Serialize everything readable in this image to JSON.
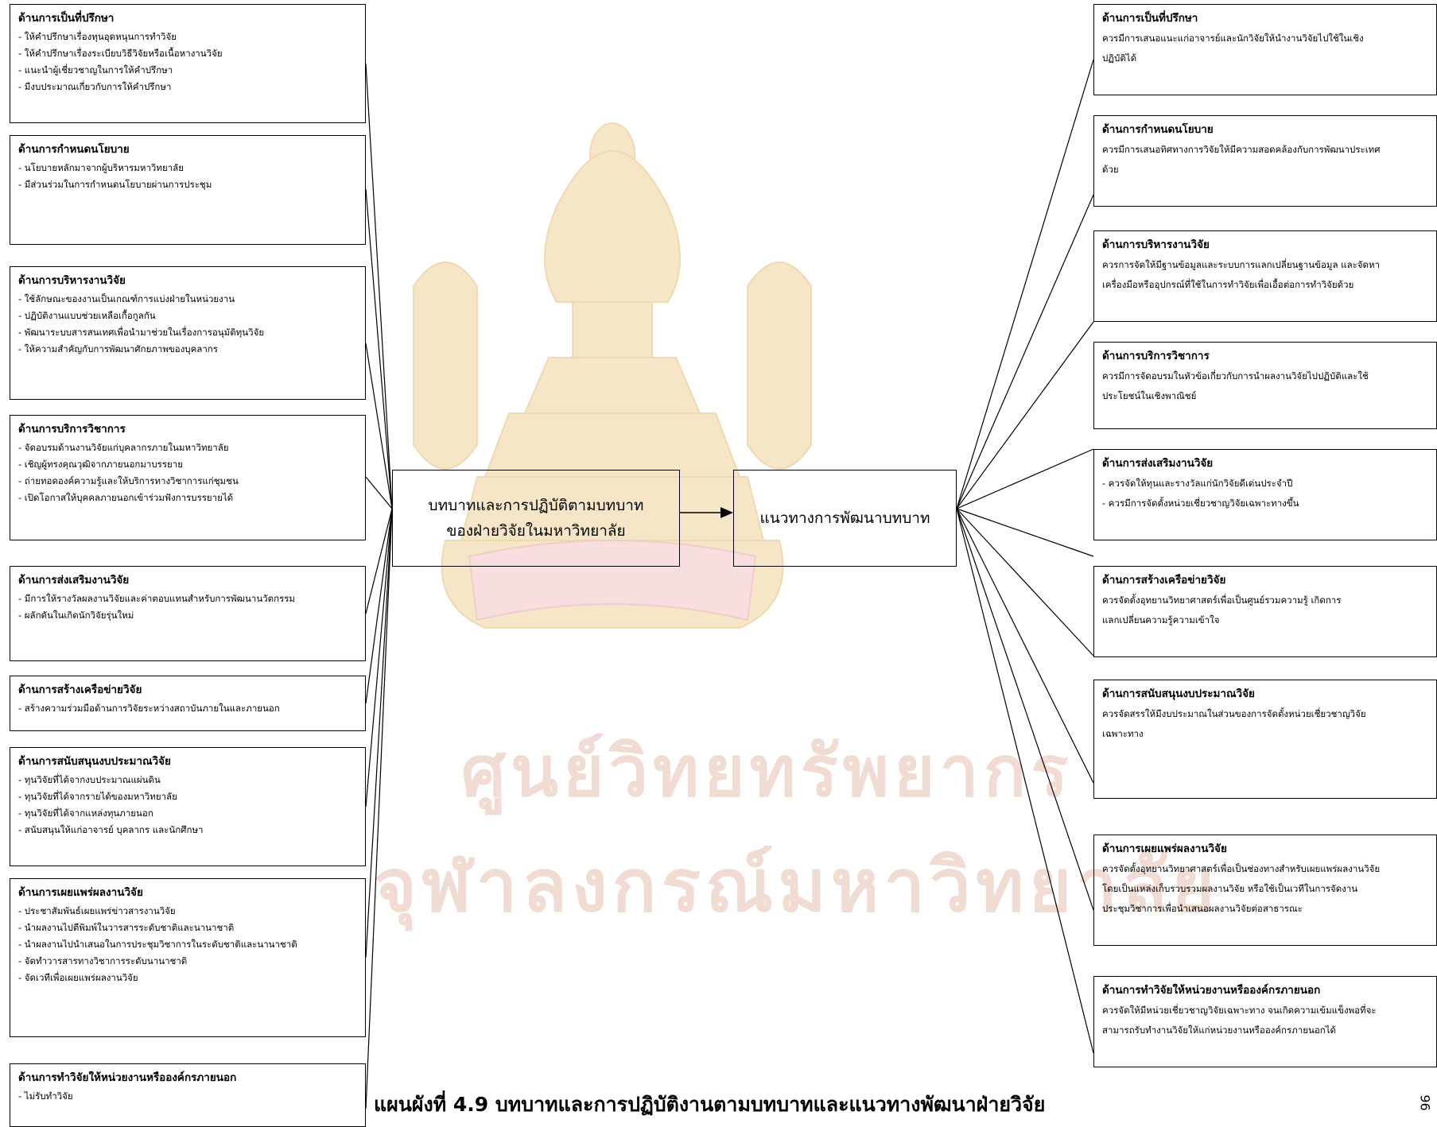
{
  "watermark": {
    "line1": "ศูนย์วิทยทรัพยากร",
    "line2": "จุฬาลงกรณ์มหาวิทยาลัย",
    "emblem_icon": "chulalongkorn-emblem-icon"
  },
  "center": {
    "left_box": [
      "บทบาทและการปฏิบัติตามบทบาท",
      "ของฝ่ายวิจัยในมหาวิทยาลัย"
    ],
    "right_box": "แนวทางการพัฒนาบทบาท"
  },
  "left_boxes": [
    {
      "title": "ด้านการเป็นที่ปรึกษา",
      "items": [
        "- ให้คำปรึกษาเรื่องทุนอุดหนุนการทำวิจัย",
        "- ให้คำปรึกษาเรื่องระเบียบวิธีวิจัยหรือเนื้อหางานวิจัย",
        "- แนะนำผู้เชี่ยวชาญในการให้คำปรึกษา",
        "- มีงบประมาณเกี่ยวกับการให้คำปรึกษา"
      ]
    },
    {
      "title": "ด้านการกำหนดนโยบาย",
      "items": [
        "- นโยบายหลักมาจากผู้บริหารมหาวิทยาลัย",
        "- มีส่วนร่วมในการกำหนดนโยบายผ่านการประชุม"
      ]
    },
    {
      "title": "ด้านการบริหารงานวิจัย",
      "items": [
        "- ใช้ลักษณะของงานเป็นเกณฑ์การแบ่งฝ่ายในหน่วยงาน",
        "- ปฏิบัติงานแบบช่วยเหลือเกื้อกูลกัน",
        "- พัฒนาระบบสารสนเทศเพื่อนำมาช่วยในเรื่องการอนุมัติทุนวิจัย",
        "- ให้ความสำคัญกับการพัฒนาศักยภาพของบุคลากร"
      ]
    },
    {
      "title": "ด้านการบริการวิชาการ",
      "items": [
        "- จัดอบรมด้านงานวิจัยแก่บุคลากรภายในมหาวิทยาลัย",
        "- เชิญผู้ทรงคุณวุฒิจากภายนอกมาบรรยาย",
        "- ถ่ายทอดองค์ความรู้และให้บริการทางวิชาการแก่ชุมชน",
        "- เปิดโอกาสให้บุคคลภายนอกเข้าร่วมฟังการบรรยายได้"
      ]
    },
    {
      "title": "ด้านการส่งเสริมงานวิจัย",
      "items": [
        "- มีการให้รางวัลผลงานวิจัยและค่าตอบแทนสำหรับการพัฒนานวัตกรรม",
        "- ผลักดันในเกิดนักวิจัยรุ่นใหม่"
      ]
    },
    {
      "title": "ด้านการสร้างเครือข่ายวิจัย",
      "items": [
        "- สร้างความร่วมมือด้านการวิจัยระหว่างสถาบันภายในและภายนอก"
      ]
    },
    {
      "title": "ด้านการสนับสนุนงบประมาณวิจัย",
      "items": [
        "- ทุนวิจัยที่ได้จากงบประมาณแผ่นดิน",
        "- ทุนวิจัยที่ได้จากรายได้ของมหาวิทยาลัย",
        "- ทุนวิจัยที่ได้จากแหล่งทุนภายนอก",
        "- สนับสนุนให้แก่อาจารย์ บุคลากร และนักศึกษา"
      ]
    },
    {
      "title": "ด้านการเผยแพร่ผลงานวิจัย",
      "items": [
        "- ประชาสัมพันธ์เผยแพร่ข่าวสารงานวิจัย",
        "- นำผลงานไปตีพิมพ์ในวารสารระดับชาติและนานาชาติ",
        "- นำผลงานไปนำเสนอในการประชุมวิชาการในระดับชาติและนานาชาติ",
        "- จัดทำวารสารทางวิชาการระดับนานาชาติ",
        "- จัดเวทีเพื่อเผยแพร่ผลงานวิจัย"
      ]
    },
    {
      "title": "ด้านการทำวิจัยให้หน่วยงานหรือองค์กรภายนอก",
      "items": [
        "- ไม่รับทำวิจัย"
      ]
    }
  ],
  "right_boxes": [
    {
      "title": "ด้านการเป็นที่ปรึกษา",
      "lines": [
        "ควรมีการเสนอแนะแก่อาจารย์และนักวิจัยให้นำงานวิจัยไปใช้ในเชิง",
        "ปฏิบัติได้"
      ]
    },
    {
      "title": "ด้านการกำหนดนโยบาย",
      "lines": [
        "ควรมีการเสนอทิศทางการวิจัยให้มีความสอดคล้องกับการพัฒนาประเทศ",
        "ด้วย"
      ]
    },
    {
      "title": "ด้านการบริหารงานวิจัย",
      "lines": [
        "ควรการจัดให้มีฐานข้อมูลและระบบการแลกเปลี่ยนฐานข้อมูล และจัดหา",
        "เครื่องมือหรืออุปกรณ์ที่ใช้ในการทำวิจัยเพื่อเอื้อต่อการทำวิจัยด้วย"
      ]
    },
    {
      "title": "ด้านการบริการวิชาการ",
      "lines": [
        "ควรมีการจัดอบรมในหัวข้อเกี่ยวกับการนำผลงานวิจัยไปปฏิบัติและใช้",
        "ประโยชน์ในเชิงพาณิชย์"
      ]
    },
    {
      "title": "ด้านการส่งเสริมงานวิจัย",
      "lines": [
        "- ควรจัดให้ทุนและรางวัลแก่นักวิจัยดีเด่นประจำปี",
        "- ควรมีการจัดตั้งหน่วยเชี่ยวชาญวิจัยเฉพาะทางขึ้น"
      ]
    },
    {
      "title": "ด้านการสร้างเครือข่ายวิจัย",
      "lines": [
        "ควรจัดตั้งอุทยานวิทยาศาสตร์เพื่อเป็นศูนย์รวมความรู้ เกิดการ",
        "แลกเปลี่ยนความรู้ความเข้าใจ"
      ]
    },
    {
      "title": "ด้านการสนับสนุนงบประมาณวิจัย",
      "lines": [
        "ควรจัดสรรให้มีงบประมาณในส่วนของการจัดตั้งหน่วยเชี่ยวชาญวิจัย",
        "เฉพาะทาง"
      ]
    },
    {
      "title": "ด้านการเผยแพร่ผลงานวิจัย",
      "lines": [
        "ควรจัดตั้งอุทยานวิทยาศาสตร์เพื่อเป็นช่องทางสำหรับเผยแพร่ผลงานวิจัย",
        "โดยเป็นแหล่งเก็บรวบรวมผลงานวิจัย หรือใช้เป็นเวทีในการจัดงาน",
        "ประชุมวิชาการเพื่อนำเสนอผลงานวิจัยต่อสาธารณะ"
      ]
    },
    {
      "title": "ด้านการทำวิจัยให้หน่วยงานหรือองค์กรภายนอก",
      "lines": [
        "ควรจัดให้มีหน่วยเชี่ยวชาญวิจัยเฉพาะทาง จนเกิดความเข้มแข็งพอที่จะ",
        "สามารถรับทำงานวิจัยให้แก่หน่วยงานหรือองค์กรภายนอกได้"
      ]
    }
  ],
  "caption": "แผนผังที่ 4.9 บทบาทและการปฏิบัติงานตามบทบาทและแนวทางพัฒนาฝ่ายวิจัย",
  "page_number": "96"
}
